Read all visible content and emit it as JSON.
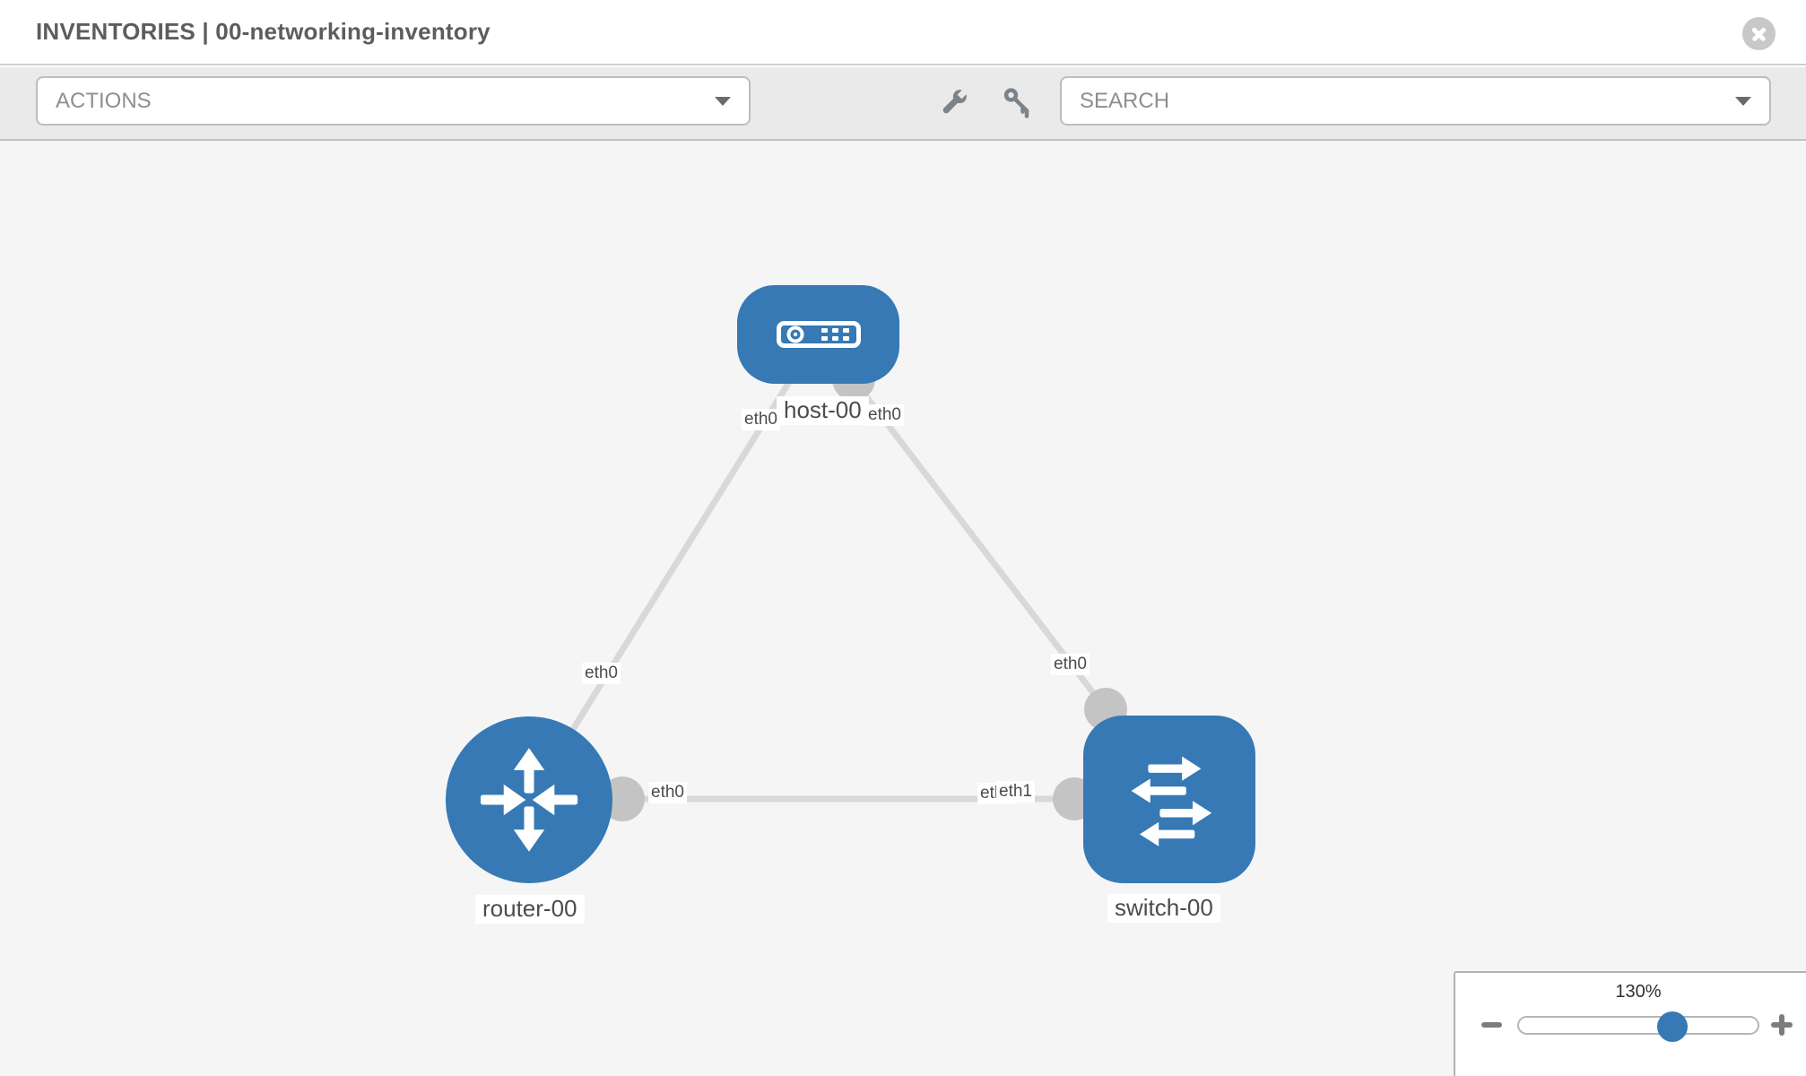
{
  "header": {
    "title": "INVENTORIES | 00-networking-inventory",
    "close_icon": "x-circle"
  },
  "toolbar": {
    "actions_label": "ACTIONS",
    "search_placeholder": "SEARCH",
    "icons": [
      "wrench-icon",
      "key-icon"
    ]
  },
  "topology": {
    "nodes": [
      {
        "id": "host-00",
        "type": "host",
        "label": "host-00"
      },
      {
        "id": "router-00",
        "type": "router",
        "label": "router-00"
      },
      {
        "id": "switch-00",
        "type": "switch",
        "label": "switch-00"
      }
    ],
    "links": [
      {
        "from": "host-00",
        "to": "router-00",
        "from_interface": "eth0",
        "to_interface": "eth0"
      },
      {
        "from": "host-00",
        "to": "switch-00",
        "from_interface": "eth0",
        "to_interface": "eth0"
      },
      {
        "from": "router-00",
        "to": "switch-00",
        "from_interface": "eth0",
        "to_interface": "eth1"
      }
    ],
    "interface_labels": {
      "host_left": "eth0",
      "host_right": "eth0",
      "router_top": "eth0",
      "switch_top": "eth0",
      "router_right": "eth0",
      "switch_left_back": "eth0",
      "switch_left": "eth1"
    }
  },
  "zoom_control": {
    "level": "130%",
    "minus_icon": "minus",
    "plus_icon": "plus"
  },
  "colors": {
    "node_blue": "#3679b5",
    "link_gray": "#d8d8d8",
    "port_gray": "#c4c4c4",
    "toolbar_bg": "#eaeaea",
    "canvas_bg": "#f5f5f5",
    "knob_blue": "#3679b5"
  }
}
